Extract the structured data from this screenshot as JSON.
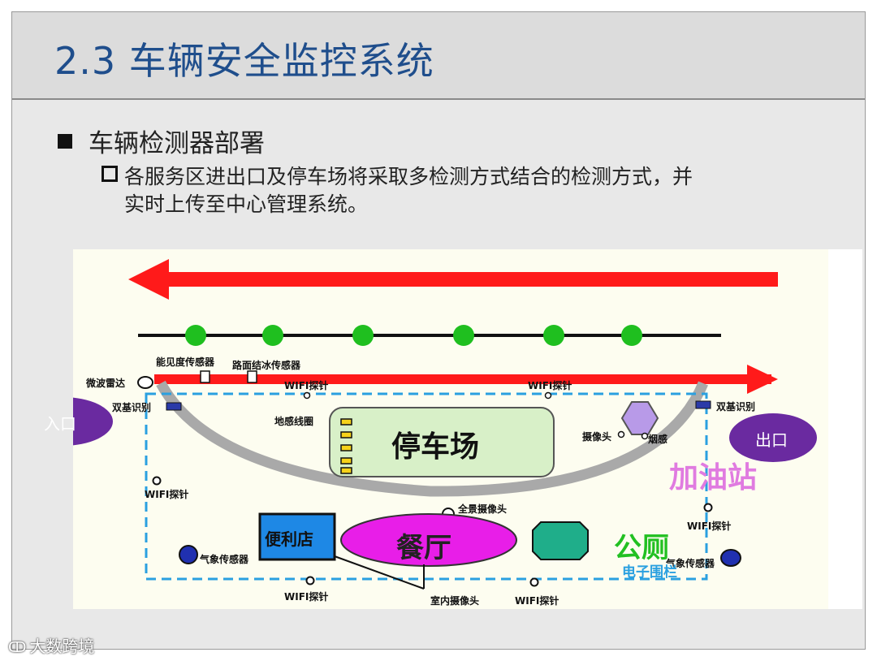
{
  "slide": {
    "title": "2.3 车辆安全监控系统",
    "bullet_main": "车辆检测器部署",
    "bullet_sub_line1": "各服务区进出口及停车场将采取多检测方式结合的检测方式，并",
    "bullet_sub_line2": "实时上传至中心管理系统。"
  },
  "diagram": {
    "labels": {
      "entrance": "入口",
      "exit": "出口",
      "parking": "停车场",
      "gas_station": "加油站",
      "restroom": "公厕",
      "restaurant": "餐厅",
      "store": "便利店",
      "fence": "电子围栏",
      "visibility_sensor": "能见度传感器",
      "icing_sensor": "路面结冰传感器",
      "microwave_radar": "微波雷达",
      "dual_id_left": "双基识别",
      "dual_id_right": "双基识别",
      "wifi_top_left": "WIFI探针",
      "wifi_top_right": "WIFI探针",
      "wifi_left": "WIFI探针",
      "wifi_right": "WIFI探针",
      "wifi_bottom_left": "WIFI探针",
      "wifi_bottom_right": "WIFI探针",
      "loop_coil": "地感线圈",
      "camera": "摄像头",
      "smoke": "烟感",
      "panoramic_camera": "全景摄像头",
      "weather_left": "气象传感器",
      "weather_right": "气象传感器",
      "indoor_camera": "室内摄像头"
    },
    "colors": {
      "arrow": "#ff1a1a",
      "green_dot": "#1fbf1f",
      "fence": "#2aa0e0",
      "parking_fill": "#d8f0c8",
      "restaurant_fill": "#e81ee8",
      "store_fill": "#1e88e5",
      "gas_text": "#e07be0",
      "restroom_text": "#22c022",
      "entry_exit_fill": "#6a2aa0",
      "hexagon_fill": "#b89ae8",
      "teal_fill": "#1fae8a",
      "weather_fill": "#2030b0"
    },
    "icons": [
      "sensor-square-icon",
      "radar-icon",
      "camera-dot-icon",
      "weather-circle-icon",
      "loop-coil-icon"
    ]
  },
  "watermark": {
    "text": "大数跨境",
    "icon": "logo-icon"
  }
}
